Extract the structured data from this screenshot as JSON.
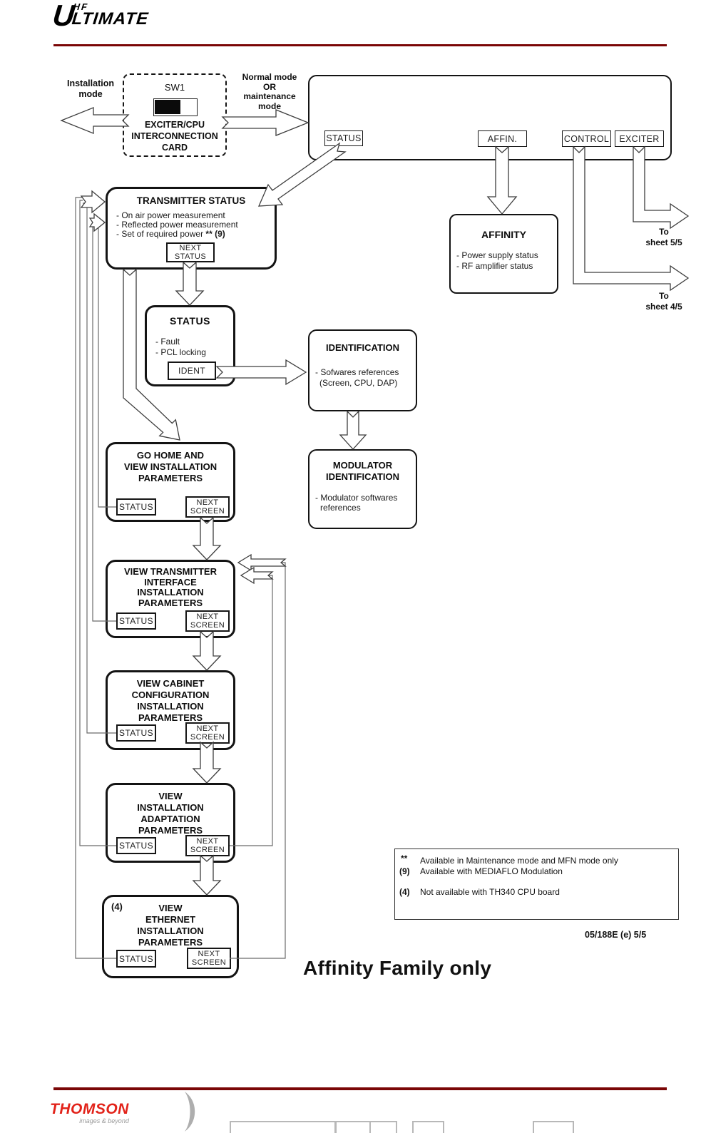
{
  "page": {
    "caption": "Affinity Family only",
    "doc_ref": "05/188E (e) 5/5"
  },
  "brand": {
    "u": "U",
    "hf": "HF",
    "rest": "LTIMATE"
  },
  "top": {
    "installation_label": "Installation\nmode",
    "normal_label": "Normal mode\nOR\nmaintenance\nmode",
    "sw1": "SW1",
    "card": "EXCITER/CPU\nINTERCONNECTION\nCARD",
    "panel": {
      "status": "STATUS",
      "affin": "AFFIN.",
      "control": "CONTROL",
      "exciter": "EXCITER"
    },
    "to_sheet5": "To\nsheet 5/5",
    "to_sheet4": "To\nsheet 4/5"
  },
  "boxes": {
    "transmitter_status": {
      "title": "TRANSMITTER STATUS",
      "item1": "- On air power measurement",
      "item2": "- Reflected power measurement",
      "item3": "- Set of required power ",
      "item3_mark": "** (9)",
      "button": "NEXT\nSTATUS"
    },
    "status": {
      "title": "STATUS",
      "item1": "- Fault",
      "item2": "- PCL locking",
      "button": "IDENT"
    },
    "identification": {
      "title": "IDENTIFICATION",
      "item1": "- Sofwares references",
      "item2": "(Screen, CPU, DAP)"
    },
    "modulator": {
      "title": "MODULATOR\nIDENTIFICATION",
      "item1": "- Modulator softwares",
      "item2": "references"
    },
    "affinity": {
      "title": "AFFINITY",
      "item1": "- Power supply status",
      "item2": "- RF amplifier status"
    },
    "go_home": {
      "title": "GO HOME AND\nVIEW INSTALLATION\nPARAMETERS",
      "status_button": "STATUS",
      "next_button": "NEXT\nSCREEN"
    },
    "view_transmitter": {
      "title": "VIEW TRANSMITTER\nINTERFACE\nINSTALLATION\nPARAMETERS",
      "status_button": "STATUS",
      "next_button": "NEXT\nSCREEN"
    },
    "view_cabinet": {
      "title": "VIEW CABINET\nCONFIGURATION\nINSTALLATION\nPARAMETERS",
      "status_button": "STATUS",
      "next_button": "NEXT\nSCREEN"
    },
    "view_adaptation": {
      "title": "VIEW\nINSTALLATION\nADAPTATION\nPARAMETERS",
      "status_button": "STATUS",
      "next_button": "NEXT\nSCREEN"
    },
    "view_ethernet": {
      "marker": "(4)",
      "title": "VIEW\nETHERNET\nINSTALLATION\nPARAMETERS",
      "status_button": "STATUS",
      "next_button": "NEXT\nSCREEN"
    }
  },
  "legend": {
    "rows": [
      {
        "mark": "**",
        "text": "Available in Maintenance mode and MFN mode only"
      },
      {
        "mark": "(9)",
        "text": "Available with MEDIAFLO Modulation"
      },
      {
        "mark": "(4)",
        "text": "Not available with TH340 CPU board"
      }
    ]
  },
  "footer": {
    "brand": "THOMSON",
    "tagline": "images & beyond"
  },
  "colors": {
    "rule": "#7a0606",
    "thomson_red": "#e2231a",
    "box_stroke": "#131313",
    "connector": "#6b6b6b"
  }
}
